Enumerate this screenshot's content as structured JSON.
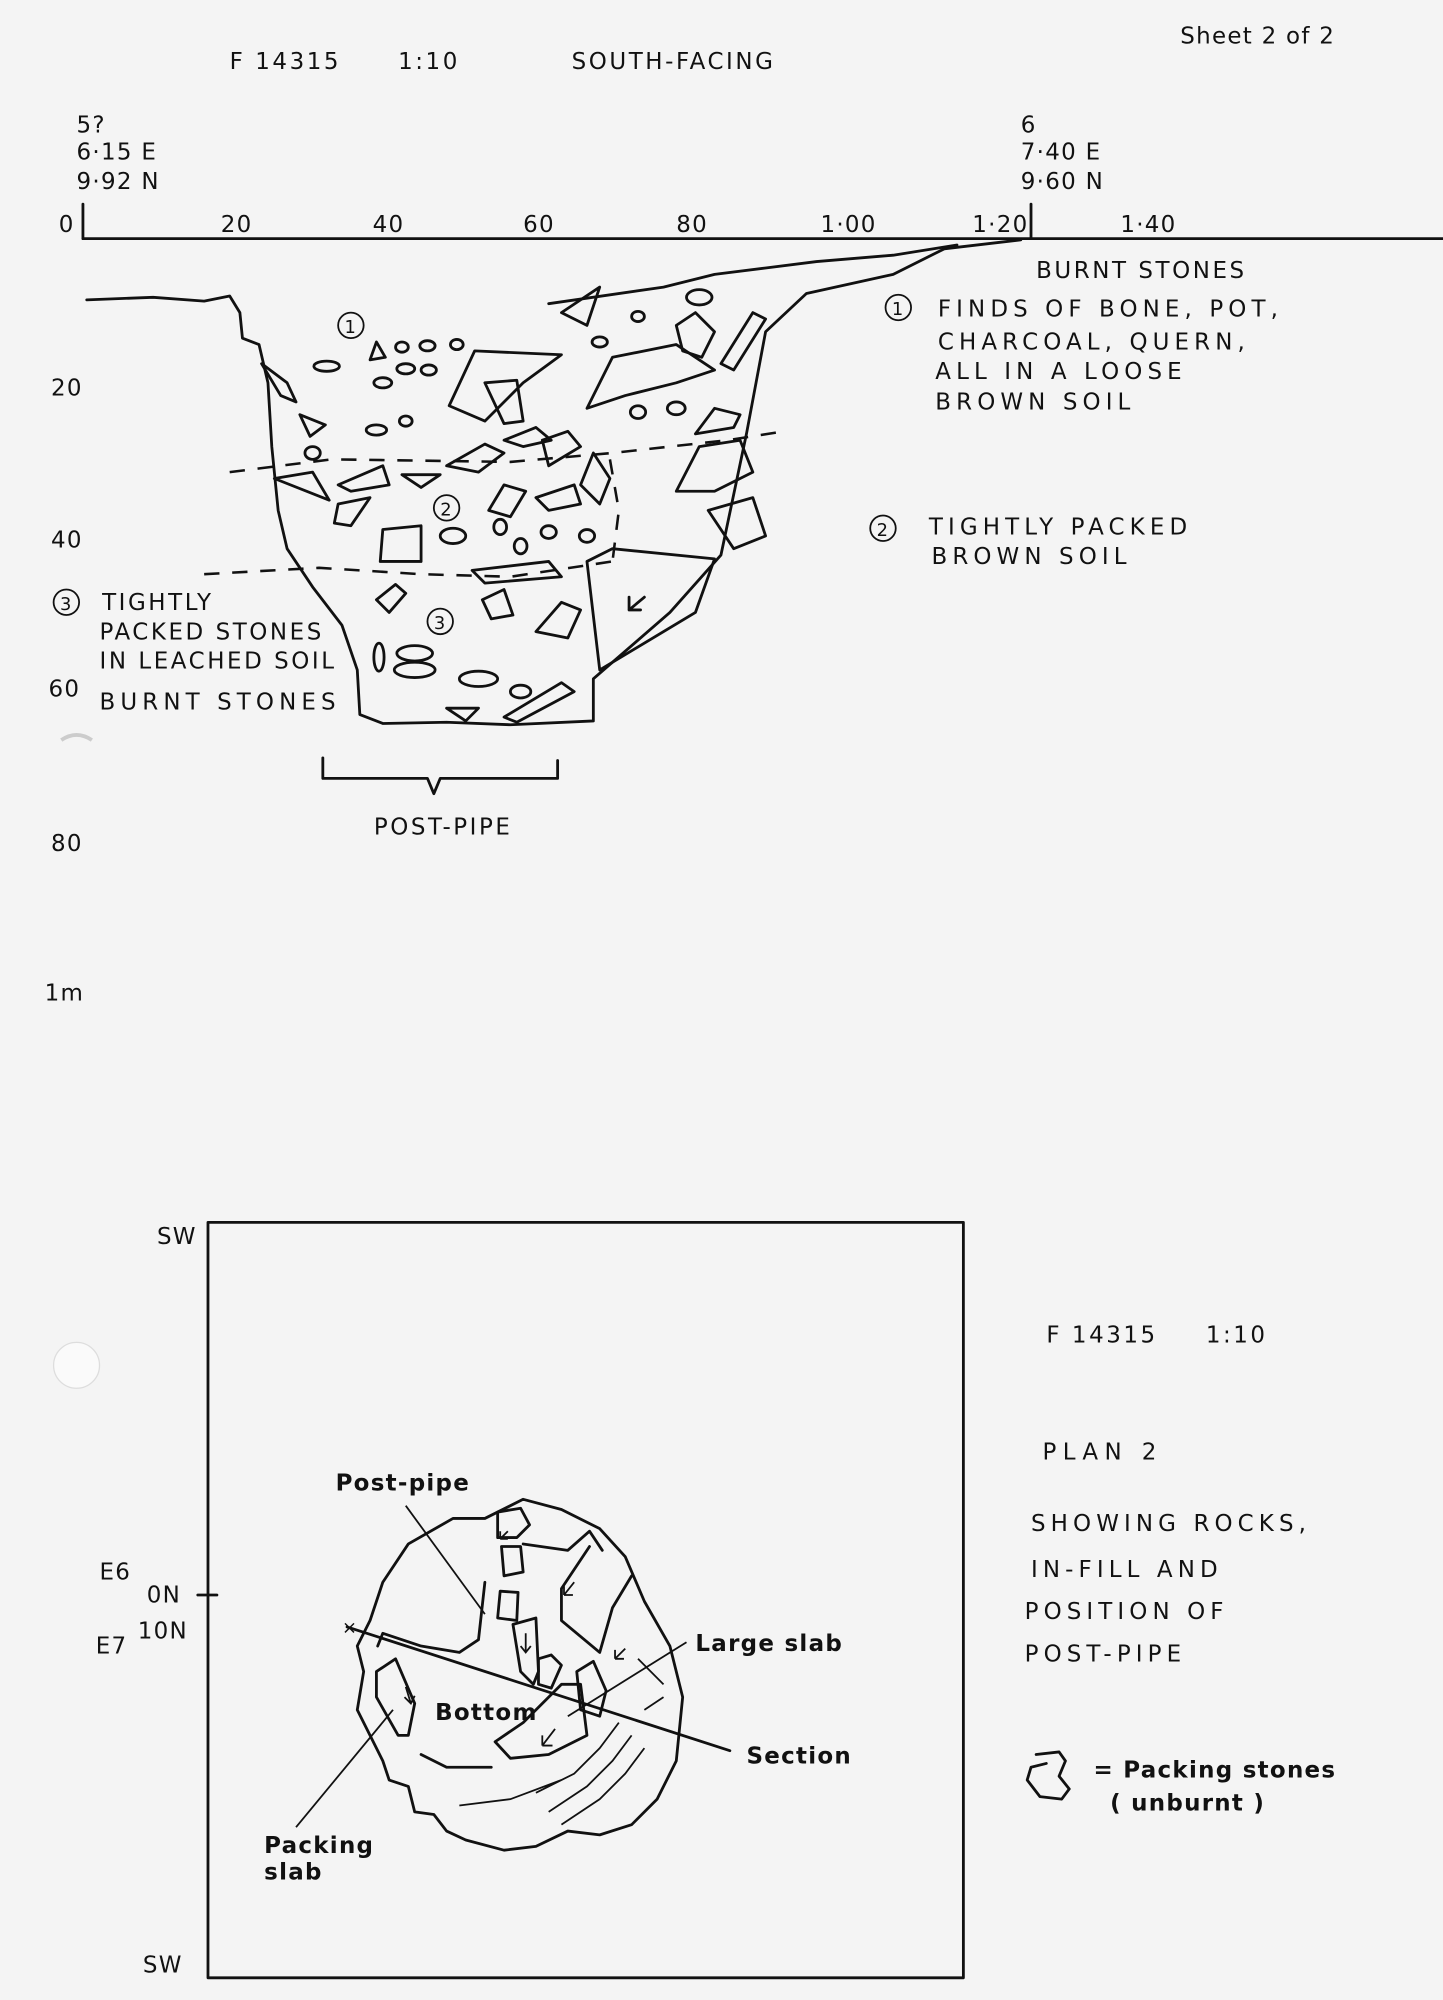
{
  "sheet": "Sheet 2 of 2",
  "section": {
    "feature": "F 14315",
    "scale": "1:10",
    "facing": "SOUTH-FACING",
    "left_point": {
      "id": "5?",
      "east": "6·15 E",
      "north": "9·92 N"
    },
    "right_point": {
      "id": "6",
      "east": "7·40 E",
      "north": "9·60 N"
    },
    "horizontal_ticks": [
      "0",
      "20",
      "40",
      "60",
      "80",
      "1·00",
      "1·20",
      "1·40"
    ],
    "depth_ticks": [
      "20",
      "40",
      "60",
      "80",
      "1m"
    ],
    "layer_markers": [
      "1",
      "2",
      "3"
    ],
    "notes": {
      "burnt_stones_top": "BURNT STONES",
      "layer1": [
        "FINDS OF BONE, POT,",
        "CHARCOAL, QUERN,",
        "ALL IN A LOOSE",
        "BROWN SOIL"
      ],
      "layer2": [
        "TIGHTLY PACKED",
        "BROWN SOIL"
      ],
      "layer3": [
        "TIGHTLY",
        "PACKED STONES",
        "IN LEACHED SOIL"
      ],
      "burnt_stones_left": "BURNT STONES"
    },
    "post_pipe_label": "POST-PIPE"
  },
  "plan": {
    "corner_top": "SW",
    "corner_bottom": "SW",
    "grid": {
      "e6": "E6",
      "n0": "0N",
      "n10": "10N",
      "e7": "E7"
    },
    "labels": {
      "post_pipe": "Post-pipe",
      "large_slab": "Large slab",
      "section": "Section",
      "bottom": "Bottom",
      "packing_slab": [
        "Packing",
        "slab"
      ]
    },
    "info": {
      "feature": "F 14315",
      "scale": "1:10",
      "title": "PLAN 2",
      "description": [
        "SHOWING ROCKS,",
        "IN-FILL AND",
        "POSITION OF",
        "POST-PIPE"
      ]
    },
    "legend": {
      "label": "= Packing stones",
      "sub": "( unburnt )"
    }
  }
}
